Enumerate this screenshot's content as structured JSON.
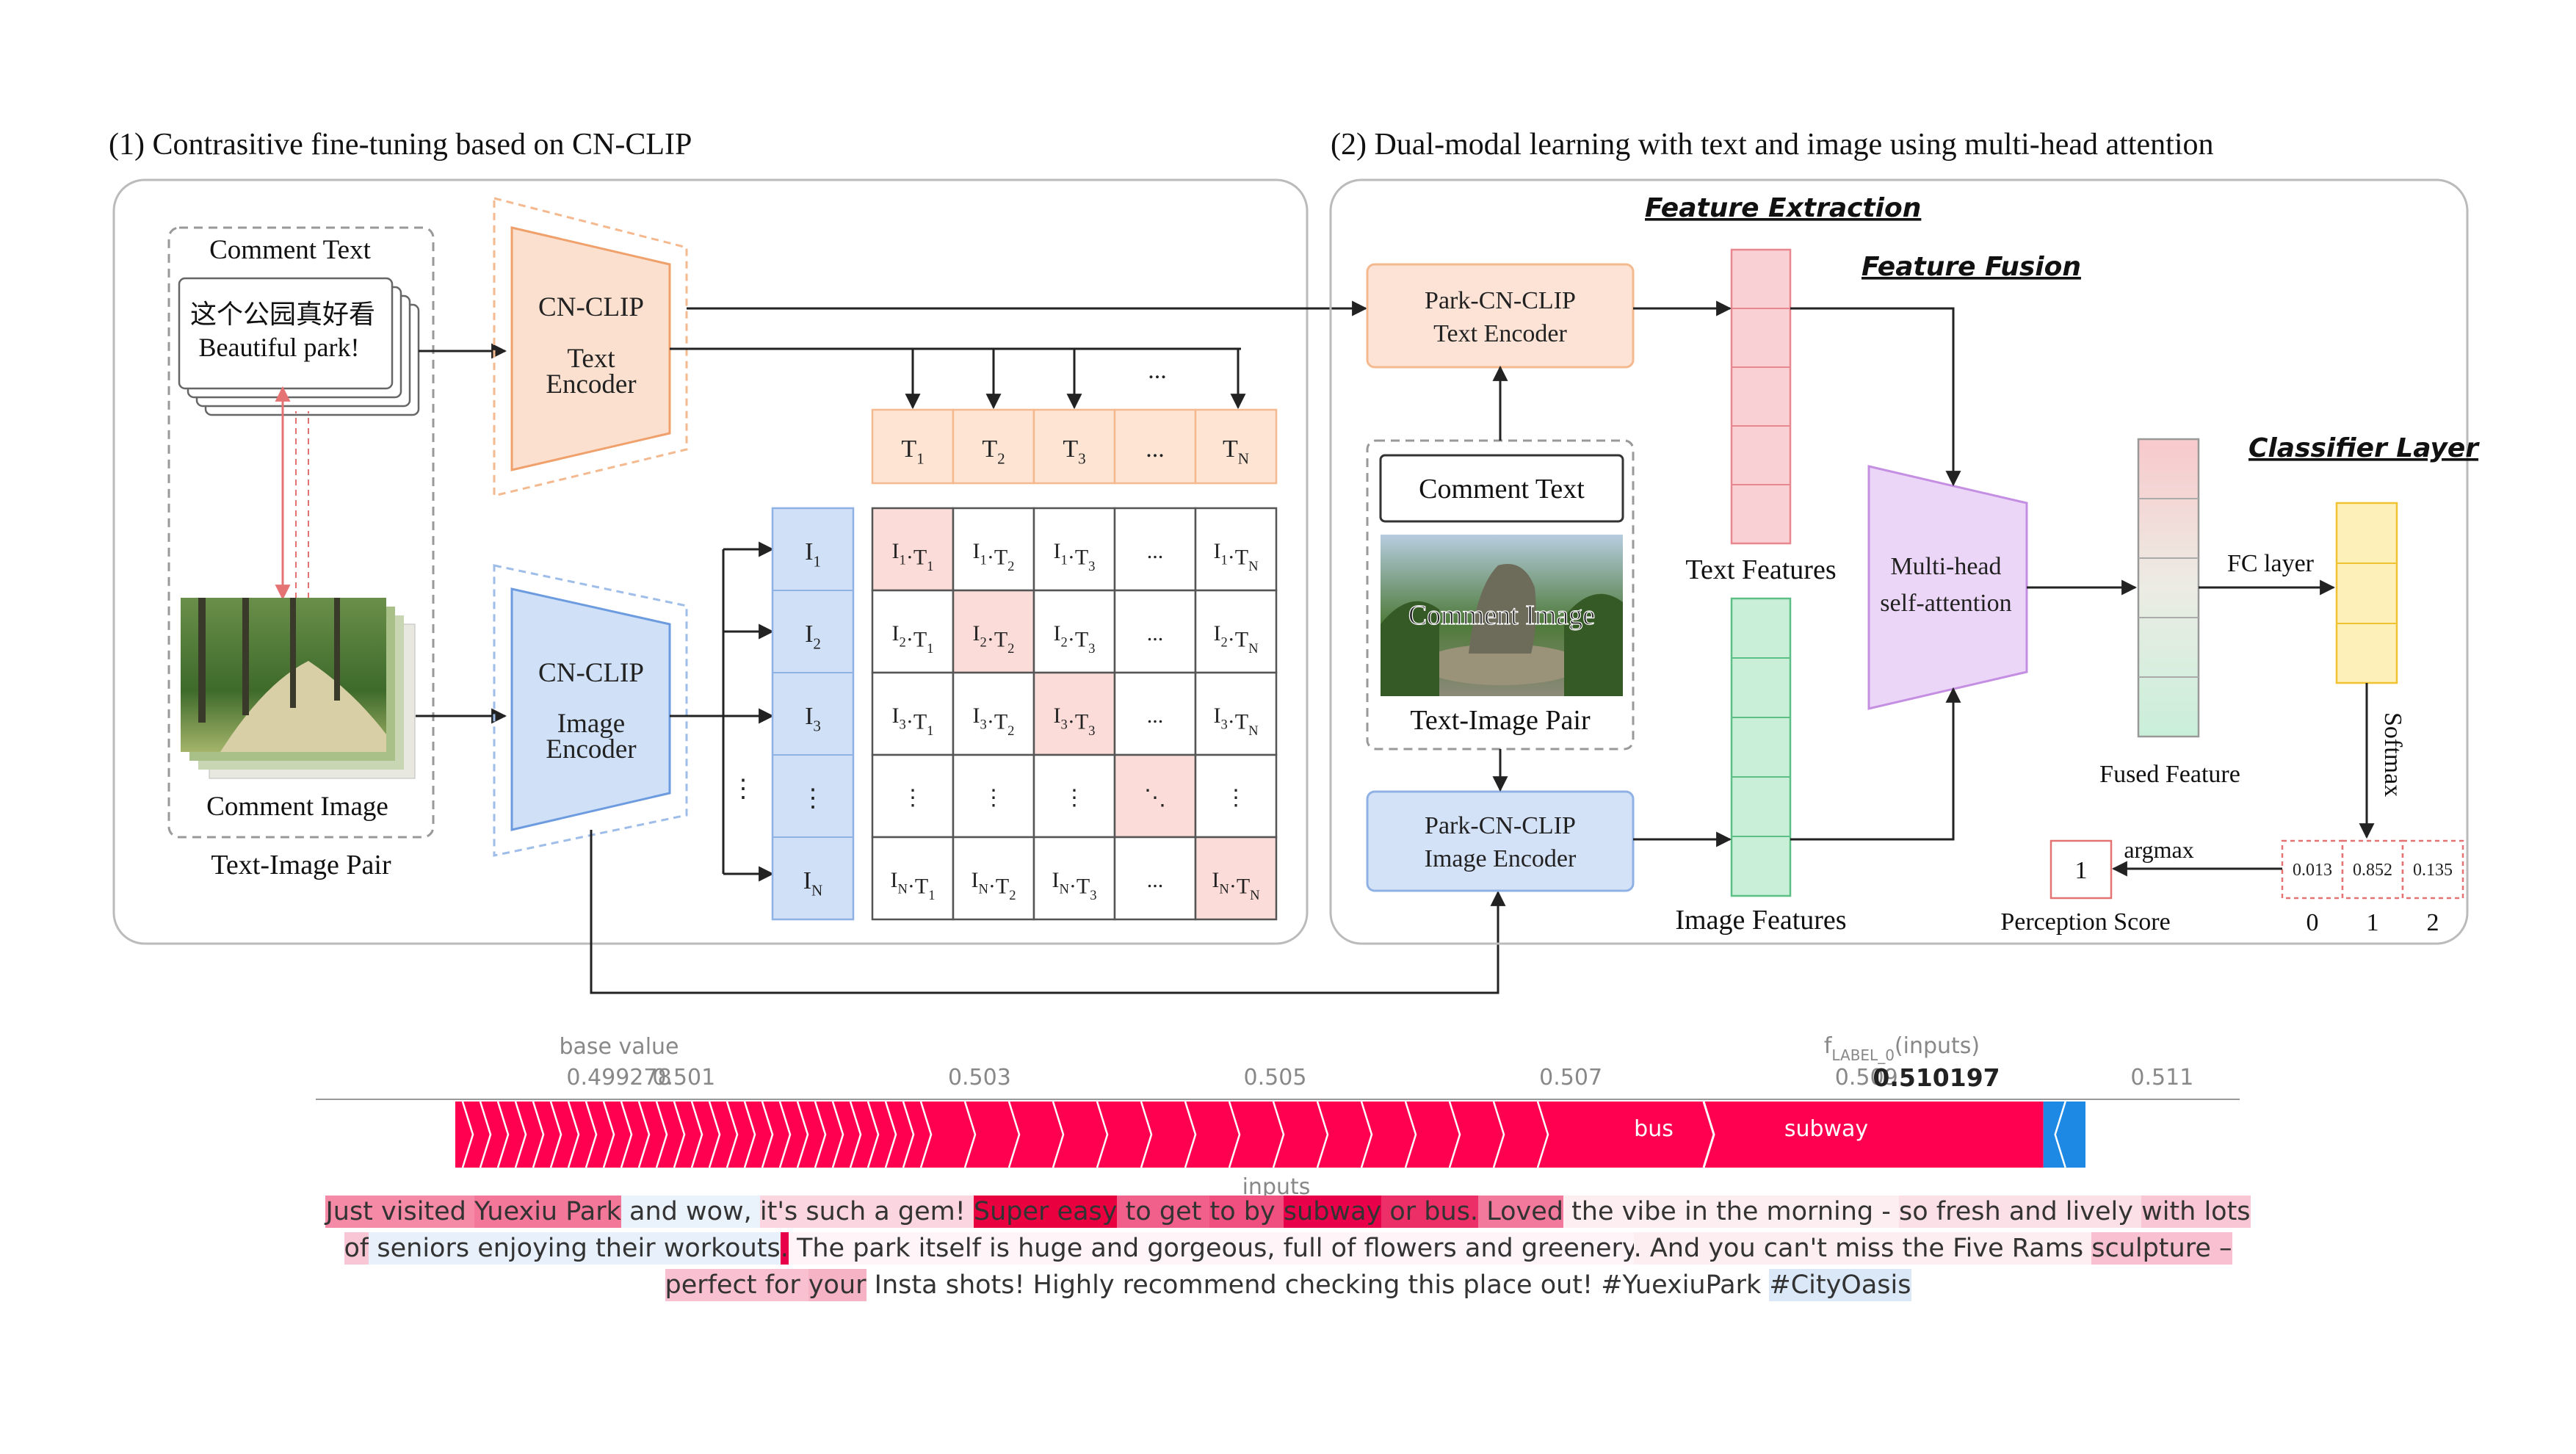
{
  "section1": {
    "title": "(1) Contrasitive fine-tuning based on CN-CLIP",
    "comment_text_label": "Comment Text",
    "chinese_text": "这个公园真好看",
    "english_text": "Beautiful park!",
    "comment_image_label": "Comment Image",
    "pair_label": "Text-Image Pair",
    "text_encoder": [
      "CN-CLIP",
      "Text",
      "Encoder"
    ],
    "image_encoder": [
      "CN-CLIP",
      "Image",
      "Encoder"
    ],
    "t_labels": [
      "T1",
      "T2",
      "T3",
      "...",
      "TN"
    ],
    "i_labels": [
      "I1",
      "I2",
      "I3",
      "⋮",
      "IN"
    ],
    "ellipsis": "...",
    "matrix": [
      [
        "I1·T1",
        "I1·T2",
        "I1·T3",
        "...",
        "I1·TN"
      ],
      [
        "I2·T1",
        "I2·T2",
        "I2·T3",
        "...",
        "I2·TN"
      ],
      [
        "I3·T1",
        "I3·T2",
        "I3·T3",
        "...",
        "I3·TN"
      ],
      [
        "⋮",
        "⋮",
        "⋮",
        "⋱",
        "⋮"
      ],
      [
        "IN·T1",
        "IN·T2",
        "IN·T3",
        "...",
        "IN·TN"
      ]
    ]
  },
  "section2": {
    "title": "(2) Dual-modal learning with text and image using multi-head attention",
    "feature_extraction": "Feature Extraction",
    "feature_fusion": "Feature Fusion",
    "classifier_layer": "Classifier Layer",
    "text_encoder": [
      "Park-CN-CLIP",
      "Text Encoder"
    ],
    "image_encoder": [
      "Park-CN-CLIP",
      "Image Encoder"
    ],
    "comment_text": "Comment Text",
    "comment_image": "Comment Image",
    "pair_label": "Text-Image Pair",
    "text_features": "Text Features",
    "image_features": "Image Features",
    "attention": [
      "Multi-head",
      "self-attention"
    ],
    "fused_feature": "Fused Feature",
    "fc_layer": "FC layer",
    "softmax": "Softmax",
    "argmax": "argmax",
    "score_value": "1",
    "probabilities": [
      "0.013",
      "0.852",
      "0.135"
    ],
    "classes": [
      "0",
      "1",
      "2"
    ],
    "perception_score": "Perception Score"
  },
  "shap": {
    "base_value_label": "base value",
    "base_value": "0.499278",
    "output_label": "f",
    "output_sub": "LABEL_0",
    "output_suffix": "(inputs)",
    "output_value": "0.510197",
    "ticks": [
      "0.501",
      "0.503",
      "0.505",
      "0.507",
      "0.509",
      "0.511"
    ],
    "axis_min": 0.4985,
    "axis_max": 0.5115,
    "positive_color": "#ff0051",
    "negative_color": "#1e88e5",
    "bar_labels": [
      "bus",
      "subway"
    ],
    "inputs_label": "inputs"
  },
  "tokens": [
    {
      "t": "Just visited ",
      "c": "#f48aa6"
    },
    {
      "t": "Yuexiu Park",
      "c": "#f27799"
    },
    {
      "t": " and wow, ",
      "c": "#eaf2fb"
    },
    {
      "t": "it's such a gem! ",
      "c": "#fbd6e0"
    },
    {
      "t": "Super easy",
      "c": "#e8003f"
    },
    {
      "t": " to get ",
      "c": "#f0608a"
    },
    {
      "t": "to by ",
      "c": "#f0507f"
    },
    {
      "t": "subway",
      "c": "#e8004a"
    },
    {
      "t": " or bus.",
      "c": "#ec2f66"
    },
    {
      "t": " Loved",
      "c": "#f2799b"
    },
    {
      "t": " the vibe in the morning - ",
      "c": "#fdeef2"
    },
    {
      "t": "so fresh and lively ",
      "c": "#fbe0e8"
    },
    {
      "t": "with lots of",
      "c": "#f8c6d4"
    },
    {
      "t": " seniors enjoying their workouts",
      "c": "#e8f1fb"
    },
    {
      "t": ".",
      "c": "#e8004a"
    },
    {
      "t": " The park itself is huge and gorgeous, full of flowers and greenery",
      "c": "#fff5f8"
    },
    {
      "t": ". And you can't miss the Five Rams ",
      "c": "#fdeef2"
    },
    {
      "t": "sculpture – perfect for ",
      "c": "#f8c0d0"
    },
    {
      "t": "your",
      "c": "#f6b3c6"
    },
    {
      "t": " Insta shots! Highly recommend checking this place out! #YuexiuPark ",
      "c": "#ffffff"
    },
    {
      "t": "#CityOasis",
      "c": "#dbe8f7"
    }
  ]
}
